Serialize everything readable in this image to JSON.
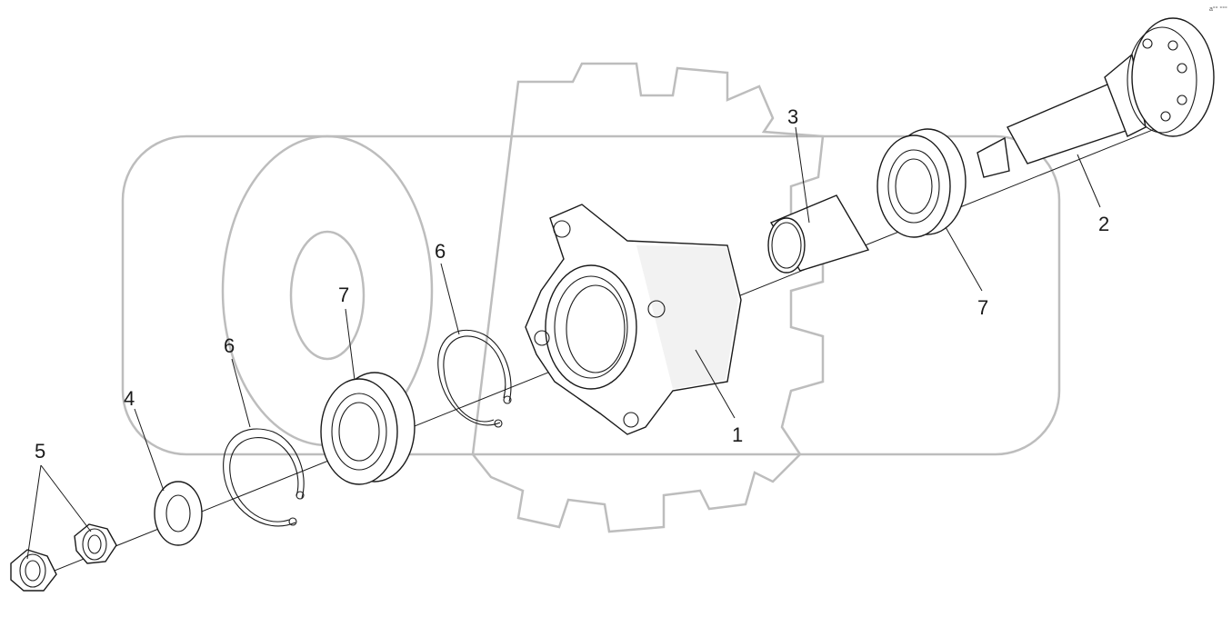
{
  "corner_note": "a°° °°°",
  "callouts": [
    {
      "id": "callout-1",
      "label": "1"
    },
    {
      "id": "callout-2",
      "label": "2"
    },
    {
      "id": "callout-3",
      "label": "3"
    },
    {
      "id": "callout-4",
      "label": "4"
    },
    {
      "id": "callout-5",
      "label": "5"
    },
    {
      "id": "callout-6-left",
      "label": "6"
    },
    {
      "id": "callout-6-right",
      "label": "6"
    },
    {
      "id": "callout-7-left",
      "label": "7"
    },
    {
      "id": "callout-7-right",
      "label": "7"
    }
  ],
  "colors": {
    "line": "#1a1a1a",
    "watermark": "#bdbdbd",
    "background": "#ffffff"
  }
}
